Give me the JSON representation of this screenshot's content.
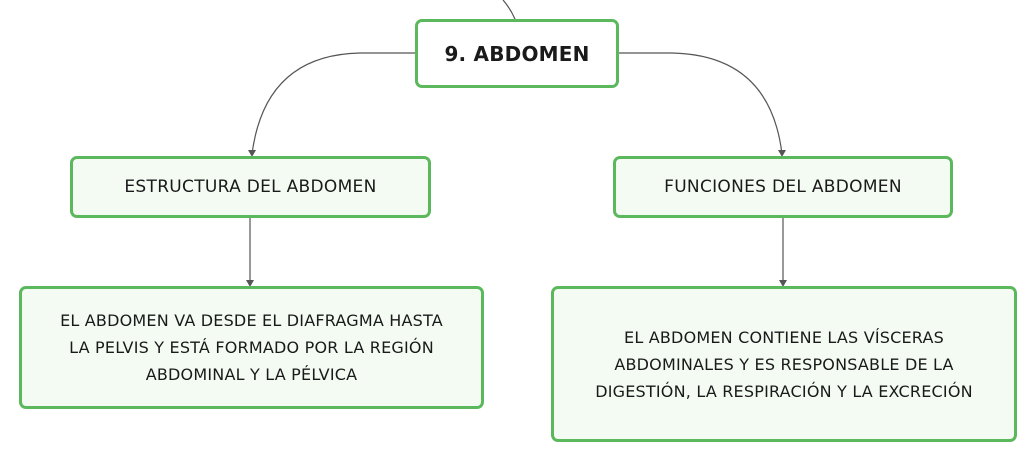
{
  "colors": {
    "border": "#5cb85c",
    "node_fill": "#f3fbf3",
    "root_fill": "#ffffff",
    "connector": "#555555",
    "text": "#1a1a1a"
  },
  "root": {
    "title": "9. ABDOMEN"
  },
  "branches": [
    {
      "title": "ESTRUCTURA DEL ABDOMEN",
      "description_lines": [
        "EL ABDOMEN VA DESDE EL DIAFRAGMA HASTA",
        "LA PELVIS Y ESTÁ FORMADO POR LA REGIÓN",
        "ABDOMINAL Y LA PÉLVICA"
      ]
    },
    {
      "title": "FUNCIONES DEL ABDOMEN",
      "description_lines": [
        "EL ABDOMEN CONTIENE LAS VÍSCERAS",
        "ABDOMINALES Y ES RESPONSABLE DE LA",
        "DIGESTIÓN, LA RESPIRACIÓN Y LA EXCRECIÓN"
      ]
    }
  ]
}
